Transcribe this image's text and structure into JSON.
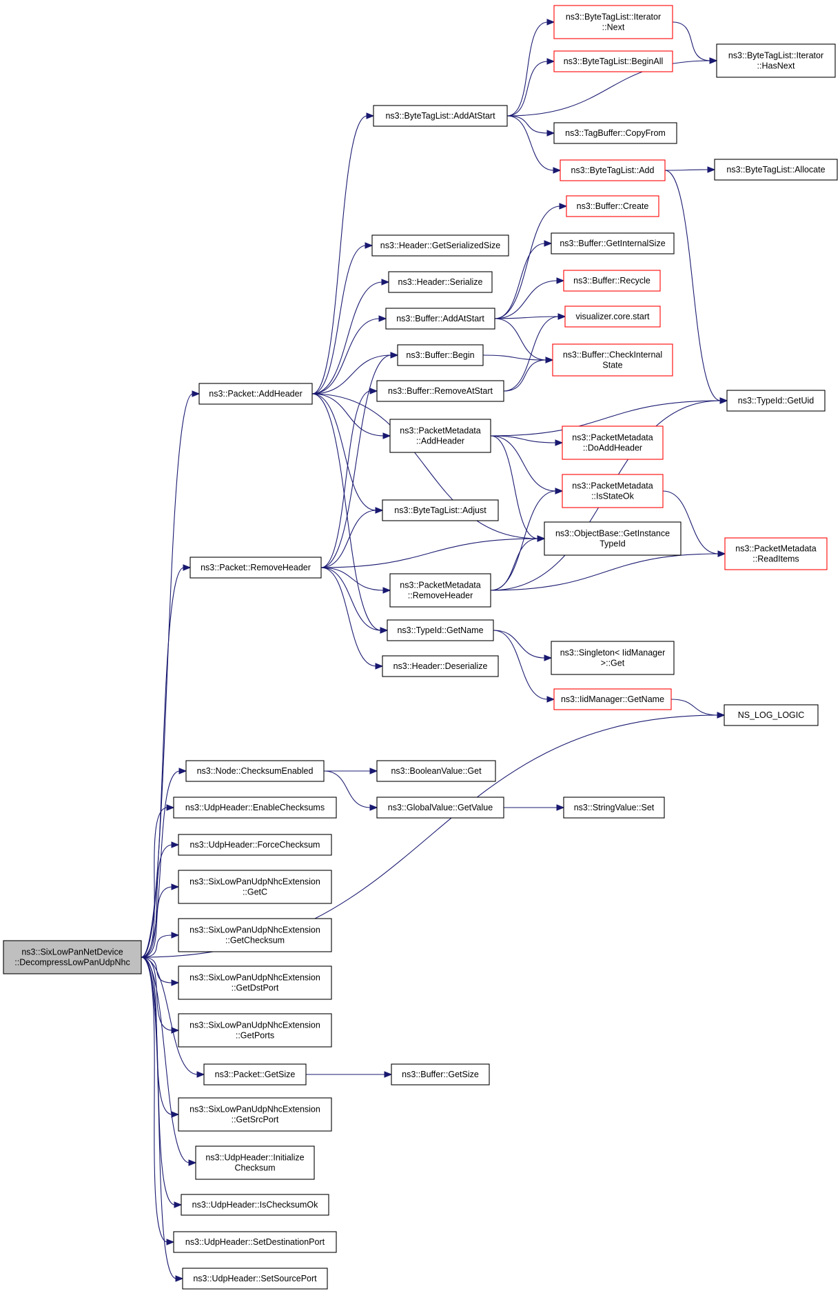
{
  "root": [
    "ns3::SixLowPanNetDevice",
    "::DecompressLowPanUdpNhc"
  ],
  "nodes": {
    "root": {
      "lines": [
        "ns3::SixLowPanNetDevice",
        "::DecompressLowPanUdpNhc"
      ],
      "style": "root"
    },
    "pkt_addheader": {
      "lines": [
        "ns3::Packet::AddHeader"
      ],
      "style": "black"
    },
    "pkt_removeheader": {
      "lines": [
        "ns3::Packet::RemoveHeader"
      ],
      "style": "black"
    },
    "nslog": {
      "lines": [
        "NS_LOG_LOGIC"
      ],
      "style": "black"
    },
    "node_cksum": {
      "lines": [
        "ns3::Node::ChecksumEnabled"
      ],
      "style": "black"
    },
    "udp_enable": {
      "lines": [
        "ns3::UdpHeader::EnableChecksums"
      ],
      "style": "black"
    },
    "udp_force": {
      "lines": [
        "ns3::UdpHeader::ForceChecksum"
      ],
      "style": "black"
    },
    "ext_getc": {
      "lines": [
        "ns3::SixLowPanUdpNhcExtension",
        "::GetC"
      ],
      "style": "black"
    },
    "ext_getcksum": {
      "lines": [
        "ns3::SixLowPanUdpNhcExtension",
        "::GetChecksum"
      ],
      "style": "black"
    },
    "ext_getdst": {
      "lines": [
        "ns3::SixLowPanUdpNhcExtension",
        "::GetDstPort"
      ],
      "style": "black"
    },
    "ext_getports": {
      "lines": [
        "ns3::SixLowPanUdpNhcExtension",
        "::GetPorts"
      ],
      "style": "black"
    },
    "pkt_getsize": {
      "lines": [
        "ns3::Packet::GetSize"
      ],
      "style": "black"
    },
    "ext_getsrc": {
      "lines": [
        "ns3::SixLowPanUdpNhcExtension",
        "::GetSrcPort"
      ],
      "style": "black"
    },
    "udp_init": {
      "lines": [
        "ns3::UdpHeader::Initialize",
        "Checksum"
      ],
      "style": "black"
    },
    "udp_isok": {
      "lines": [
        "ns3::UdpHeader::IsChecksumOk"
      ],
      "style": "black"
    },
    "udp_setdst": {
      "lines": [
        "ns3::UdpHeader::SetDestinationPort"
      ],
      "style": "black"
    },
    "udp_setsrc": {
      "lines": [
        "ns3::UdpHeader::SetSourcePort"
      ],
      "style": "black"
    },
    "btl_addatstart": {
      "lines": [
        "ns3::ByteTagList::AddAtStart"
      ],
      "style": "black"
    },
    "hdr_getser": {
      "lines": [
        "ns3::Header::GetSerializedSize"
      ],
      "style": "black"
    },
    "hdr_serialize": {
      "lines": [
        "ns3::Header::Serialize"
      ],
      "style": "black"
    },
    "buf_addatstart": {
      "lines": [
        "ns3::Buffer::AddAtStart"
      ],
      "style": "black"
    },
    "buf_begin": {
      "lines": [
        "ns3::Buffer::Begin"
      ],
      "style": "black"
    },
    "buf_removeatstart": {
      "lines": [
        "ns3::Buffer::RemoveAtStart"
      ],
      "style": "black"
    },
    "pm_addheader": {
      "lines": [
        "ns3::PacketMetadata",
        "::AddHeader"
      ],
      "style": "black"
    },
    "btl_adjust": {
      "lines": [
        "ns3::ByteTagList::Adjust"
      ],
      "style": "black"
    },
    "pm_removeheader": {
      "lines": [
        "ns3::PacketMetadata",
        "::RemoveHeader"
      ],
      "style": "black"
    },
    "typeid_getname": {
      "lines": [
        "ns3::TypeId::GetName"
      ],
      "style": "black"
    },
    "hdr_deserialize": {
      "lines": [
        "ns3::Header::Deserialize"
      ],
      "style": "black"
    },
    "bool_get": {
      "lines": [
        "ns3::BooleanValue::Get"
      ],
      "style": "black"
    },
    "gv_getvalue": {
      "lines": [
        "ns3::GlobalValue::GetValue"
      ],
      "style": "black"
    },
    "buf_getsize": {
      "lines": [
        "ns3::Buffer::GetSize"
      ],
      "style": "black"
    },
    "btl_it_next": {
      "lines": [
        "ns3::ByteTagList::Iterator",
        "::Next"
      ],
      "style": "red"
    },
    "btl_beginall": {
      "lines": [
        "ns3::ByteTagList::BeginAll"
      ],
      "style": "red"
    },
    "tb_copyfrom": {
      "lines": [
        "ns3::TagBuffer::CopyFrom"
      ],
      "style": "black"
    },
    "btl_add": {
      "lines": [
        "ns3::ByteTagList::Add"
      ],
      "style": "red"
    },
    "buf_create": {
      "lines": [
        "ns3::Buffer::Create"
      ],
      "style": "red"
    },
    "buf_getinternalsize": {
      "lines": [
        "ns3::Buffer::GetInternalSize"
      ],
      "style": "black"
    },
    "buf_recycle": {
      "lines": [
        "ns3::Buffer::Recycle"
      ],
      "style": "red"
    },
    "vis_start": {
      "lines": [
        "visualizer.core.start"
      ],
      "style": "red"
    },
    "buf_checkinternal": {
      "lines": [
        "ns3::Buffer::CheckInternal",
        "State"
      ],
      "style": "red"
    },
    "pm_doaddheader": {
      "lines": [
        "ns3::PacketMetadata",
        "::DoAddHeader"
      ],
      "style": "red"
    },
    "pm_isstateok": {
      "lines": [
        "ns3::PacketMetadata",
        "::IsStateOk"
      ],
      "style": "red"
    },
    "ob_getinstance": {
      "lines": [
        "ns3::ObjectBase::GetInstance",
        "TypeId"
      ],
      "style": "black"
    },
    "singleton_get": {
      "lines": [
        "ns3::Singleton< IidManager",
        " >::Get"
      ],
      "style": "black"
    },
    "iid_getname": {
      "lines": [
        "ns3::IidManager::GetName"
      ],
      "style": "red"
    },
    "sv_set": {
      "lines": [
        "ns3::StringValue::Set"
      ],
      "style": "black"
    },
    "btl_it_hasnext": {
      "lines": [
        "ns3::ByteTagList::Iterator",
        "::HasNext"
      ],
      "style": "black"
    },
    "btl_allocate": {
      "lines": [
        "ns3::ByteTagList::Allocate"
      ],
      "style": "black"
    },
    "typeid_getuid": {
      "lines": [
        "ns3::TypeId::GetUid"
      ],
      "style": "black"
    },
    "pm_readitems": {
      "lines": [
        "ns3::PacketMetadata",
        "::ReadItems"
      ],
      "style": "red"
    }
  },
  "edges": [
    [
      "root",
      "pkt_addheader"
    ],
    [
      "root",
      "pkt_removeheader"
    ],
    [
      "root",
      "nslog"
    ],
    [
      "root",
      "node_cksum"
    ],
    [
      "root",
      "udp_enable"
    ],
    [
      "root",
      "udp_force"
    ],
    [
      "root",
      "ext_getc"
    ],
    [
      "root",
      "ext_getcksum"
    ],
    [
      "root",
      "ext_getdst"
    ],
    [
      "root",
      "ext_getports"
    ],
    [
      "root",
      "pkt_getsize"
    ],
    [
      "root",
      "ext_getsrc"
    ],
    [
      "root",
      "udp_init"
    ],
    [
      "root",
      "udp_isok"
    ],
    [
      "root",
      "udp_setdst"
    ],
    [
      "root",
      "udp_setsrc"
    ],
    [
      "pkt_addheader",
      "btl_addatstart"
    ],
    [
      "pkt_addheader",
      "hdr_getser"
    ],
    [
      "pkt_addheader",
      "hdr_serialize"
    ],
    [
      "pkt_addheader",
      "buf_addatstart"
    ],
    [
      "pkt_addheader",
      "buf_begin"
    ],
    [
      "pkt_addheader",
      "pm_addheader"
    ],
    [
      "pkt_addheader",
      "btl_adjust"
    ],
    [
      "pkt_addheader",
      "ob_getinstance"
    ],
    [
      "pkt_addheader",
      "typeid_getname"
    ],
    [
      "pkt_removeheader",
      "buf_begin"
    ],
    [
      "pkt_removeheader",
      "buf_removeatstart"
    ],
    [
      "pkt_removeheader",
      "btl_adjust"
    ],
    [
      "pkt_removeheader",
      "ob_getinstance"
    ],
    [
      "pkt_removeheader",
      "pm_removeheader"
    ],
    [
      "pkt_removeheader",
      "typeid_getname"
    ],
    [
      "pkt_removeheader",
      "hdr_deserialize"
    ],
    [
      "node_cksum",
      "bool_get"
    ],
    [
      "node_cksum",
      "gv_getvalue"
    ],
    [
      "gv_getvalue",
      "sv_set"
    ],
    [
      "pkt_getsize",
      "buf_getsize"
    ],
    [
      "btl_addatstart",
      "btl_it_next"
    ],
    [
      "btl_addatstart",
      "btl_beginall"
    ],
    [
      "btl_addatstart",
      "btl_it_hasnext"
    ],
    [
      "btl_addatstart",
      "tb_copyfrom"
    ],
    [
      "btl_addatstart",
      "btl_add"
    ],
    [
      "btl_it_next",
      "btl_it_hasnext"
    ],
    [
      "btl_add",
      "btl_allocate"
    ],
    [
      "btl_add",
      "typeid_getuid"
    ],
    [
      "buf_addatstart",
      "buf_create"
    ],
    [
      "buf_addatstart",
      "buf_getinternalsize"
    ],
    [
      "buf_addatstart",
      "buf_recycle"
    ],
    [
      "buf_addatstart",
      "vis_start"
    ],
    [
      "buf_addatstart",
      "buf_checkinternal"
    ],
    [
      "buf_begin",
      "buf_checkinternal"
    ],
    [
      "buf_removeatstart",
      "vis_start"
    ],
    [
      "buf_removeatstart",
      "buf_checkinternal"
    ],
    [
      "pm_addheader",
      "typeid_getuid"
    ],
    [
      "pm_addheader",
      "pm_doaddheader"
    ],
    [
      "pm_addheader",
      "pm_isstateok"
    ],
    [
      "pm_addheader",
      "ob_getinstance"
    ],
    [
      "pm_removeheader",
      "pm_isstateok"
    ],
    [
      "pm_removeheader",
      "ob_getinstance"
    ],
    [
      "pm_removeheader",
      "typeid_getuid"
    ],
    [
      "pm_removeheader",
      "pm_readitems"
    ],
    [
      "pm_isstateok",
      "pm_readitems"
    ],
    [
      "typeid_getname",
      "singleton_get"
    ],
    [
      "typeid_getname",
      "iid_getname"
    ],
    [
      "iid_getname",
      "nslog"
    ]
  ]
}
